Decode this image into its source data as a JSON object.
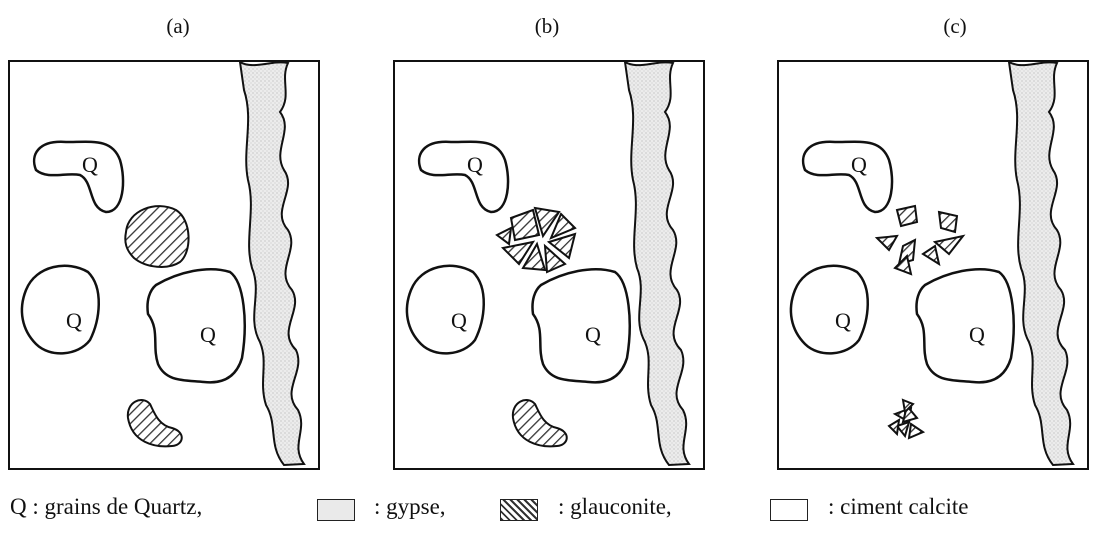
{
  "panels": [
    {
      "label": "(a)",
      "stage": "a"
    },
    {
      "label": "(b)",
      "stage": "b"
    },
    {
      "label": "(c)",
      "stage": "c"
    }
  ],
  "grain_label": "Q",
  "legend": {
    "quartz": "Q : grains de Quartz,",
    "gypse": ": gypse,",
    "glauconite": ": glauconite,",
    "calcite": ": ciment calcite"
  },
  "colors": {
    "outline": "#111111",
    "gypse_fill": "#e6e6e6",
    "glauconite_hatch": "#333333",
    "background": "#ffffff"
  }
}
